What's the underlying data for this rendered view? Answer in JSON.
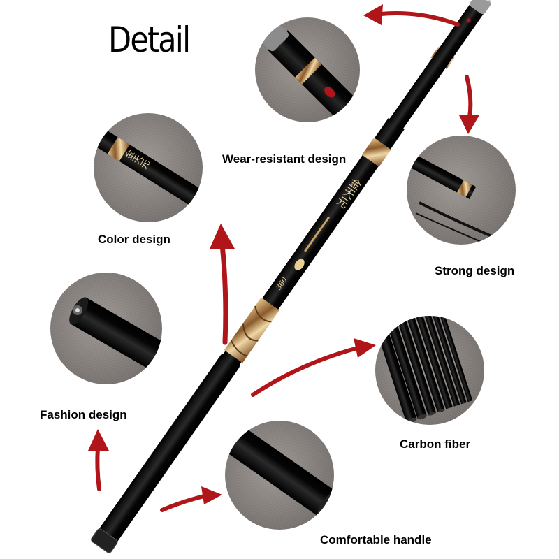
{
  "title": "Detail",
  "features": [
    {
      "label": "Wear-resistant design"
    },
    {
      "label": "Strong design"
    },
    {
      "label": "Color design"
    },
    {
      "label": "Fashion design"
    },
    {
      "label": "Carbon fiber"
    },
    {
      "label": "Comfortable handle"
    }
  ],
  "rod_markings": {
    "brand_chars": "金天元",
    "length_code": "360"
  },
  "colors": {
    "arrow": "#b0151a",
    "rod": "#111111",
    "gold": "#c9a063",
    "fabric": "#8f8985"
  }
}
